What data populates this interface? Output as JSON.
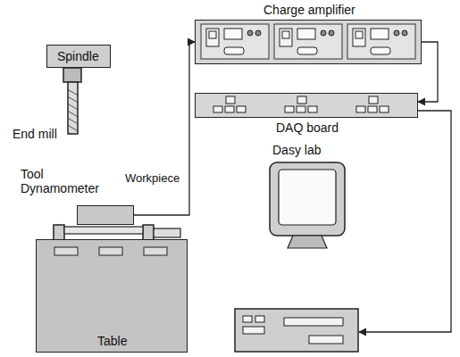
{
  "diagram": {
    "nodes": [
      {
        "text": [
          "Spindle"
        ]
      },
      {
        "text": [
          "Charge amplifier"
        ]
      },
      {
        "text": [
          "DAQ board"
        ]
      },
      {
        "text": [
          "Tool Dynamometer"
        ]
      },
      {
        "text": [
          "Table"
        ]
      },
      {
        "text": [
          "Dasy lab"
        ]
      }
    ],
    "edges": [
      {
        "from": 3,
        "to": 1,
        "arrow": "to"
      },
      {
        "from": 1,
        "to": 2,
        "arrow": "to"
      },
      {
        "from": 2,
        "to": 5,
        "arrow": "to"
      }
    ],
    "labels": [
      "End mill",
      "Workpiece"
    ]
  }
}
